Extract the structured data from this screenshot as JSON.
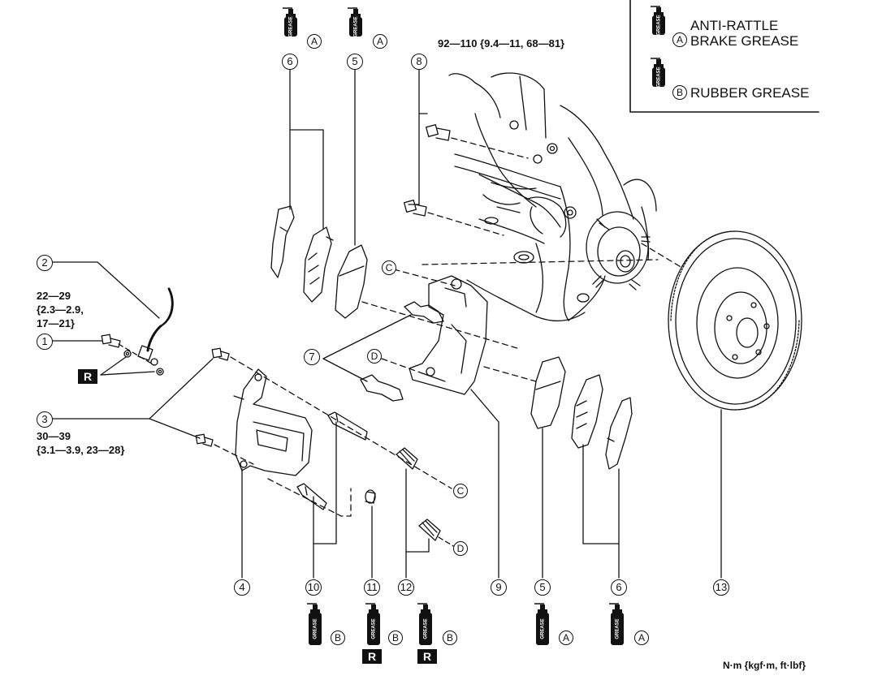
{
  "legend": {
    "grease_a_letter": "A",
    "grease_a_line1": "ANTI-RATTLE",
    "grease_a_line2": "BRAKE GREASE",
    "grease_b_letter": "B",
    "grease_b_label": "RUBBER GREASE"
  },
  "grease_can_label": "GREASE",
  "replace_mark": "R",
  "torque_specs": {
    "bolt_8": "92—110 {9.4—11, 68—81}",
    "bolt_1_line1": "22—29",
    "bolt_1_line2": "{2.3—2.9,",
    "bolt_1_line3": "17—21}",
    "bolt_3_line1": "30—39",
    "bolt_3_line2": "{3.1—3.9, 23—28}"
  },
  "units_label": "N·m {kgf·m, ft·lbf}",
  "callouts": {
    "n1": "1",
    "n2": "2",
    "n3": "3",
    "n4": "4",
    "n5": "5",
    "n6": "6",
    "n7": "7",
    "n8": "8",
    "n9": "9",
    "n10": "10",
    "n11": "11",
    "n12": "12",
    "n13": "13"
  },
  "ref_letters": {
    "c": "C",
    "d": "D"
  },
  "colors": {
    "line": "#111111",
    "background": "#ffffff"
  }
}
